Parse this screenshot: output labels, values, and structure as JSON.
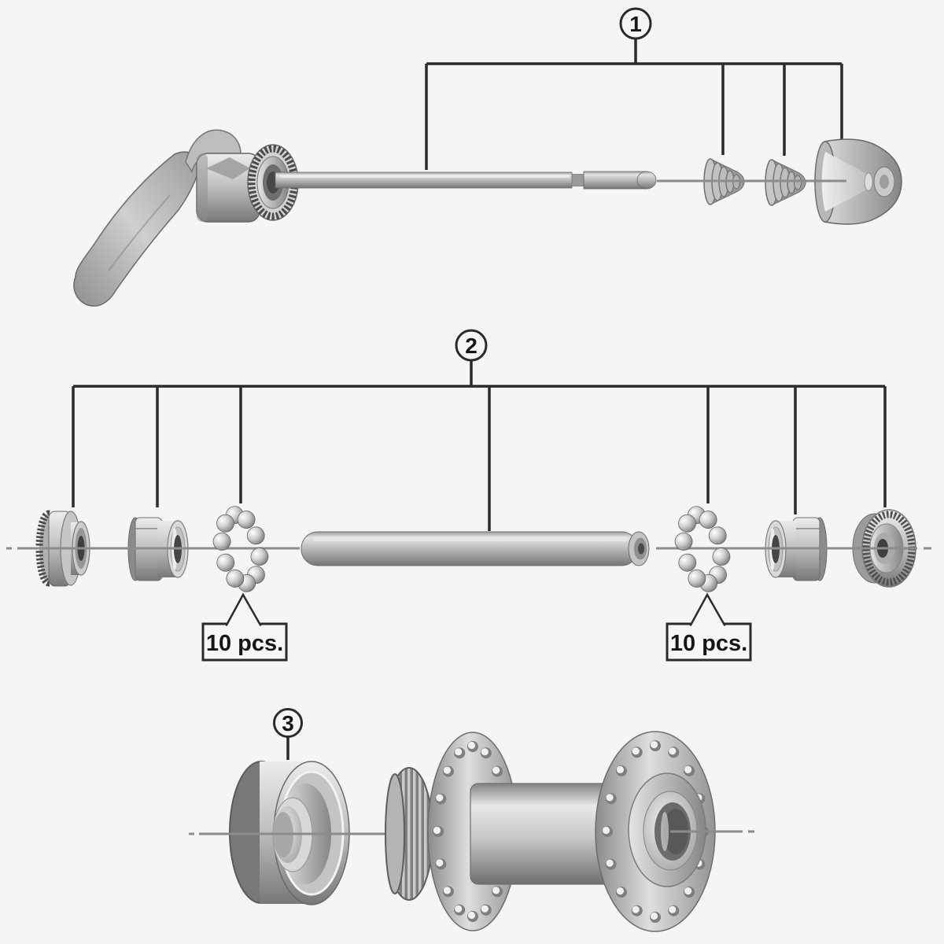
{
  "page": {
    "background": "#f5f5f5",
    "description_type": "exploded-parts-diagram"
  },
  "colors": {
    "outline": "#2b2b2b",
    "axis_line": "#8c8c8c",
    "label_text": "#161616",
    "box_fill": "#f6f6f6",
    "metal_light": "#e8e8e8",
    "metal_mid": "#b5b5b5",
    "metal_dark": "#757575"
  },
  "callouts": {
    "c1": "1",
    "c2": "2",
    "c3": "3"
  },
  "qty_labels": {
    "left": "10 pcs.",
    "right": "10 pcs."
  }
}
